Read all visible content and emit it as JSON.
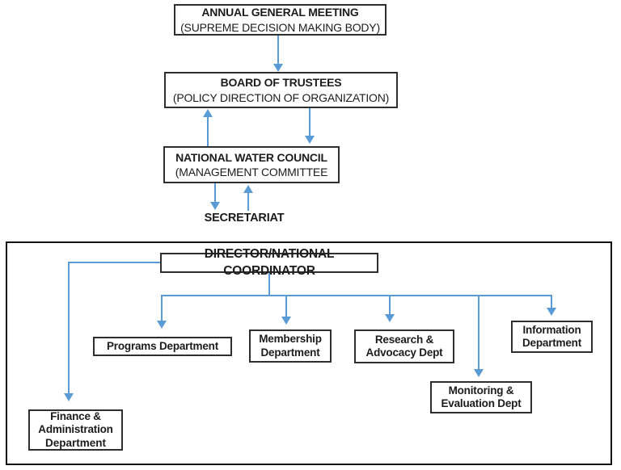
{
  "colors": {
    "arrow": "#5b9bd5",
    "box_border": "#2e2e2e",
    "outer_frame_border": "#111111",
    "text": "#1c1c1c",
    "background": "#ffffff"
  },
  "hierarchy": {
    "agm": {
      "line1": "ANNUAL GENERAL MEETING",
      "line2": "(SUPREME DECISION MAKING BODY)"
    },
    "board": {
      "line1": "BOARD OF TRUSTEES",
      "line2": "(POLICY DIRECTION OF ORGANIZATION)"
    },
    "council": {
      "line1": "NATIONAL WATER COUNCIL",
      "line2": "(MANAGEMENT COMMITTEE"
    },
    "secretariat": {
      "label": "SECRETARIAT"
    },
    "director": {
      "label": "DIRECTOR/NATIONAL COORDINATOR"
    },
    "departments": {
      "programs": {
        "line1": "Programs Department"
      },
      "membership": {
        "line1": "Membership",
        "line2": "Department"
      },
      "research": {
        "line1": "Research &",
        "line2": "Advocacy Dept"
      },
      "information": {
        "line1": "Information",
        "line2": "Department"
      },
      "monitoring": {
        "line1": "Monitoring &",
        "line2": "Evaluation Dept"
      },
      "finance": {
        "line1": "Finance &",
        "line2": "Administration",
        "line3": "Department"
      }
    }
  }
}
